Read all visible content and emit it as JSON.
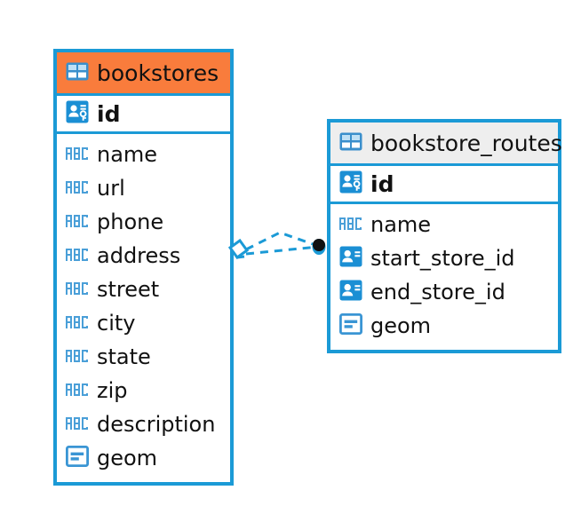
{
  "diagram": {
    "type": "entity-relationship-diagram",
    "colors": {
      "border": "#1b9ad6",
      "accent_header": "#f97c3c",
      "neutral_header": "#eeeeee",
      "icon_blue": "#3399d6",
      "text": "#111111",
      "relation_line": "#1b9ad6",
      "relation_endpoint": "#111111",
      "canvas": "#ffffff"
    },
    "entities": [
      {
        "name": "bookstores",
        "header_style": "accent",
        "table_icon": "table-icon",
        "primary_key": {
          "label": "id",
          "icon": "primary-key-icon"
        },
        "fields": [
          {
            "label": "name",
            "icon": "text-type-icon",
            "icon_text": "ABC"
          },
          {
            "label": "url",
            "icon": "text-type-icon",
            "icon_text": "ABC"
          },
          {
            "label": "phone",
            "icon": "text-type-icon",
            "icon_text": "ABC"
          },
          {
            "label": "address",
            "icon": "text-type-icon",
            "icon_text": "ABC"
          },
          {
            "label": "street",
            "icon": "text-type-icon",
            "icon_text": "ABC"
          },
          {
            "label": "city",
            "icon": "text-type-icon",
            "icon_text": "ABC"
          },
          {
            "label": "state",
            "icon": "text-type-icon",
            "icon_text": "ABC"
          },
          {
            "label": "zip",
            "icon": "text-type-icon",
            "icon_text": "ABC"
          },
          {
            "label": "description",
            "icon": "text-type-icon",
            "icon_text": "ABC"
          },
          {
            "label": "geom",
            "icon": "geometry-type-icon",
            "icon_text": ""
          }
        ]
      },
      {
        "name": "bookstore_routes",
        "header_style": "neutral",
        "table_icon": "table-icon",
        "primary_key": {
          "label": "id",
          "icon": "primary-key-icon"
        },
        "fields": [
          {
            "label": "name",
            "icon": "text-type-icon",
            "icon_text": "ABC"
          },
          {
            "label": "start_store_id",
            "icon": "foreign-key-icon",
            "icon_text": ""
          },
          {
            "label": "end_store_id",
            "icon": "foreign-key-icon",
            "icon_text": ""
          },
          {
            "label": "geom",
            "icon": "geometry-type-icon",
            "icon_text": ""
          }
        ]
      }
    ],
    "relationships": [
      {
        "from": "bookstores",
        "to": "bookstore_routes",
        "line_style": "dashed",
        "source_marker": "diamond-marker",
        "target_marker": "filled-circle-marker",
        "edge_count": 2
      }
    ]
  }
}
